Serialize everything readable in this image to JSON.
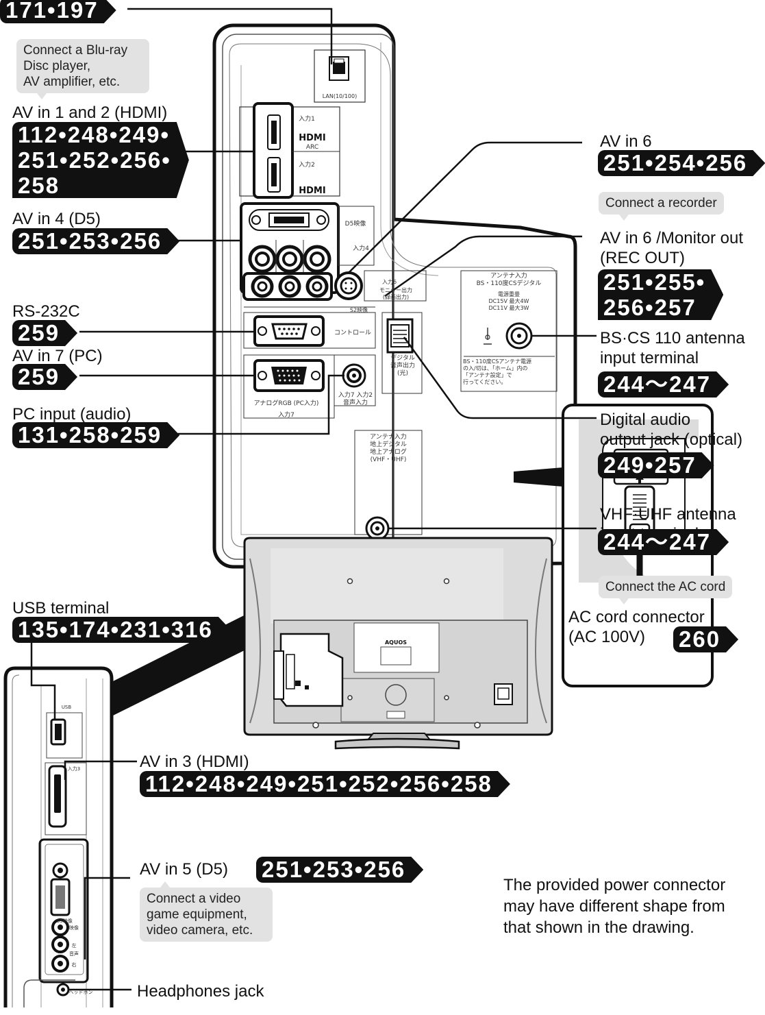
{
  "refs": {
    "lan": "171•197",
    "hdmi12": "112•248•249•\n251•252•256•\n258",
    "d5_in4": "251•253•256",
    "rs232c": "259",
    "pc": "259",
    "pc_audio": "131•258•259",
    "av6": "251•254•256",
    "av6_monitor": "251•255•\n256•257",
    "bscs": "244〜247",
    "digital_audio": "249•257",
    "vhf": "244〜247",
    "usb": "135•174•231•316",
    "hdmi3": "112•248•249•251•252•256•258",
    "ac": "260",
    "d5_in5": "251•253•256"
  },
  "notes": {
    "bluray": "Connect a Blu-ray\nDisc player,\nAV amplifier, etc.",
    "recorder": "Connect a recorder",
    "accord": "Connect the AC cord",
    "game": "Connect a video\ngame equipment,\nvideo camera, etc."
  },
  "labels": {
    "hdmi12": "AV in 1 and 2 (HDMI)",
    "d5_in4": "AV in 4 (D5)",
    "rs232c": "RS-232C",
    "pc": "AV in 7 (PC)",
    "pc_audio": "PC input (audio)",
    "av6": "AV in 6",
    "av6_monitor": "AV in 6 /Monitor out\n(REC OUT)",
    "bscs": "BS·CS 110 antenna\ninput terminal",
    "digital_audio": "Digital audio\noutput jack (optical)",
    "vhf": "VHF·UHF antenna\ninput terminal",
    "usb": "USB terminal",
    "ac": "AC cord connector\n(AC 100V)",
    "hdmi3": "AV in 3 (HDMI)",
    "d5_in5": "AV in 5 (D5)",
    "headphones": "Headphones jack",
    "power_note": "The provided power connector\nmay have different shape from\nthat shown in the drawing."
  },
  "panel_text": {
    "lan": "LAN(10/100)",
    "in1": "入力1",
    "hdmi": "HDMI",
    "arc": "ARC",
    "in2": "入力2",
    "d5": "D5映像",
    "in4": "入力4",
    "in6": "入力6",
    "monitor": "モニター出力",
    "rec": "(録画出力)",
    "s2": "S2映像",
    "control": "コントロール",
    "digital_out": "デジタル\n音声出力\n(光)",
    "rgb": "アナログRGB (PC入力)",
    "in7": "入力7",
    "in7audio": "入力7 入力2\n音声入力",
    "bs_title": "アンテナ入力\nBS・110度CSデジタル",
    "power": "電源重畳\nDC15V 最大4W\nDC11V 最大3W",
    "bs_note": "BS・110度CSアンテナ電源\nの入/切は、「ホーム」内の\n「アンテナ設定」で\n行ってください。",
    "terr": "アンテナ入力\n地上デジタル\n地上アナログ\n(VHF・UHF)",
    "brand": "AQUOS",
    "usb": "USB",
    "in3": "入力3",
    "d5side": "D5映像",
    "video": "映像",
    "left": "左",
    "audio": "音声",
    "right": "右",
    "headphone": "ヘッドホン"
  },
  "colors": {
    "tag_bg": "#111111",
    "note_bg": "#e2e2e2",
    "panel_shade": "#dcdcdc"
  }
}
